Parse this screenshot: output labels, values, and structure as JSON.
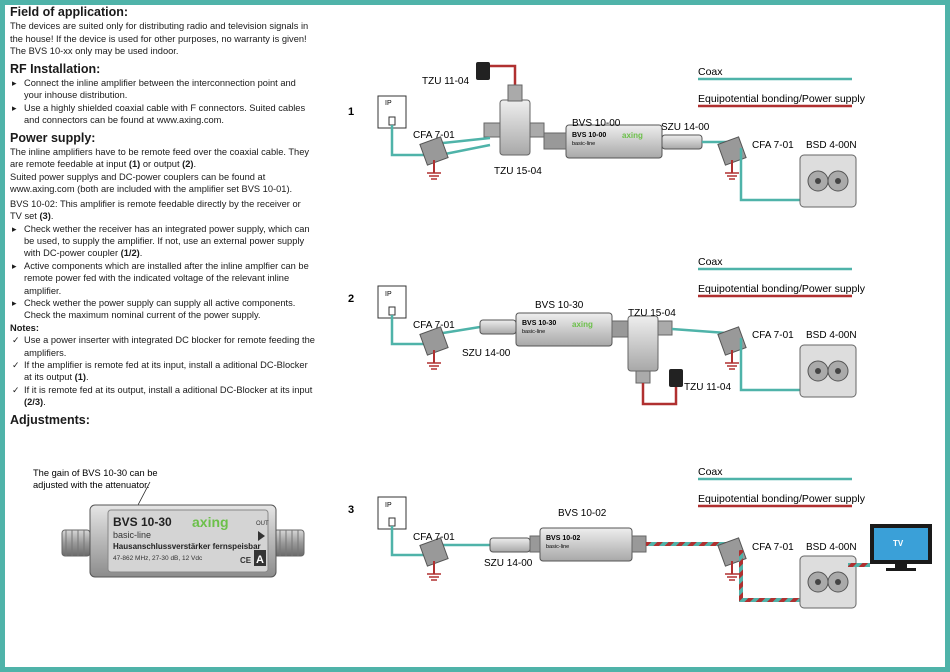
{
  "left": {
    "field": {
      "title": "Field of application:",
      "text": "The devices are suited only for distributing radio and television signals in the house! If the device is used for other purposes, no warranty is given!",
      "text2": "The BVS 10-xx only may be used indoor."
    },
    "rf": {
      "title": "RF Installation:",
      "items": [
        "Connect  the inline  amplifier between the interconnection point and your inhouse distribution.",
        "Use a highly shielded coaxial cable with F connectors. Suited cables and connectors can be found at www.axing.com."
      ]
    },
    "power": {
      "title": "Power supply:",
      "p1a": "The inline amplifiers have to be remote feed over the coaxial cable. They are remote feedable at input ",
      "p1b": "(1)",
      "p1c": " or output ",
      "p1d": "(2)",
      "p1e": ".",
      "p2": "Suited power supplys and DC-power couplers can be found at www.axing.com (both are included with the amplifier set BVS 10-01).",
      "p3a": "BVS 10-02: This amplifier is remote feedable directly by the receiver or TV set ",
      "p3b": "(3)",
      "p3c": ".",
      "items": [
        {
          "a": "Check wether the receiver has an integrated power supply, which can be used, to supply the amplifier. If not, use an external power supply with DC-power coupler ",
          "b": "(1/2)",
          "c": "."
        },
        {
          "a": "Active components which are installed after the inline amplfier can be remote power fed with the indicated voltage of the relevant inline amplifier.",
          "b": "",
          "c": ""
        },
        {
          "a": "Check wether the power supply can supply all active components. Check the maximum nominal current of the power supply.",
          "b": "",
          "c": ""
        }
      ],
      "notes_title": "Notes:",
      "notes": [
        {
          "a": "Use a power inserter with integrated DC blocker for remote feeding the amplifiers.",
          "b": "",
          "c": ""
        },
        {
          "a": "If the amplifier is remote fed at its input, install a aditional DC-Blocker at its output ",
          "b": "(1)",
          "c": "."
        },
        {
          "a": "If it is remote fed at its output, install a aditional DC-Blocker at its input ",
          "b": "(2/3)",
          "c": "."
        }
      ]
    },
    "adjust": {
      "title": "Adjustments:",
      "callout": "The gain of BVS 10-30 can be adjusted with the attenuator.",
      "device": {
        "model": "BVS 10-30",
        "brand": "axing",
        "line": "basic-line",
        "desc": "Hausanschlussverstärker fernspeisbar",
        "spec": "47-862 MHz, 27-30 dB, 12 Vdc",
        "ce": "CE",
        "class": "A",
        "out": "OUT"
      }
    }
  },
  "legend": {
    "coax": "Coax",
    "bond": "Equipotential bonding/Power supply"
  },
  "colors": {
    "coax": "#4fb3a9",
    "bond": "#b03030",
    "frame": "#4fb3a9"
  },
  "diagrams": [
    {
      "num": "1",
      "ip": "IP",
      "labels": {
        "tzu1104": "TZU 11-04",
        "amp": "BVS 10-00",
        "szu": "SZU 14-00",
        "cfa_left": "CFA 7-01",
        "cfa_right": "CFA 7-01",
        "bsd": "BSD 4-00N",
        "tzu1504": "TZU 15-04"
      },
      "amp_model": "BVS 10-00",
      "amp_line": "basic-line"
    },
    {
      "num": "2",
      "ip": "IP",
      "labels": {
        "amp": "BVS 10-30",
        "tzu1504": "TZU 15-04",
        "cfa_left": "CFA 7-01",
        "szu": "SZU 14-00",
        "cfa_right": "CFA 7-01",
        "bsd": "BSD 4-00N",
        "tzu1104": "TZU 11-04"
      },
      "amp_model": "BVS 10-30",
      "amp_line": "basic-line"
    },
    {
      "num": "3",
      "ip": "IP",
      "labels": {
        "amp": "BVS 10-02",
        "cfa_left": "CFA 7-01",
        "szu": "SZU 14-00",
        "cfa_right": "CFA 7-01",
        "bsd": "BSD 4-00N",
        "tv": "TV"
      },
      "amp_model": "BVS 10-02",
      "amp_line": "basic-line"
    }
  ]
}
